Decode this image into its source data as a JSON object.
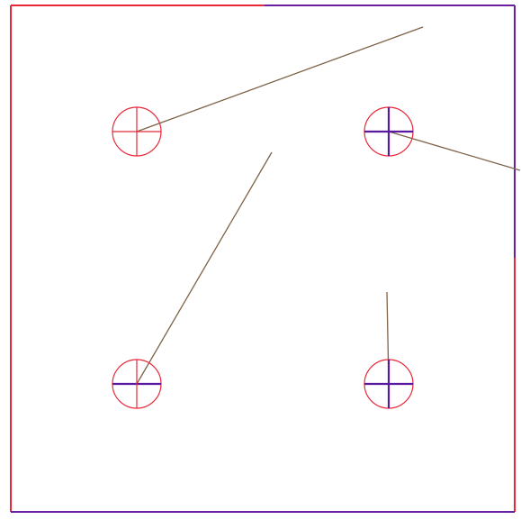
{
  "colors": {
    "frame_red": "#e8283a",
    "frame_purple": "#6a1fa0",
    "target_red": "#e8283a",
    "target_purple": "#5a1aa0",
    "line_brown": "#7d6248",
    "background": "#ffffff"
  },
  "targets": [
    {
      "id": "top-left",
      "highlight": "none"
    },
    {
      "id": "top-right",
      "highlight": "both"
    },
    {
      "id": "bottom-left",
      "highlight": "horizontal"
    },
    {
      "id": "bottom-right",
      "highlight": "both"
    }
  ]
}
